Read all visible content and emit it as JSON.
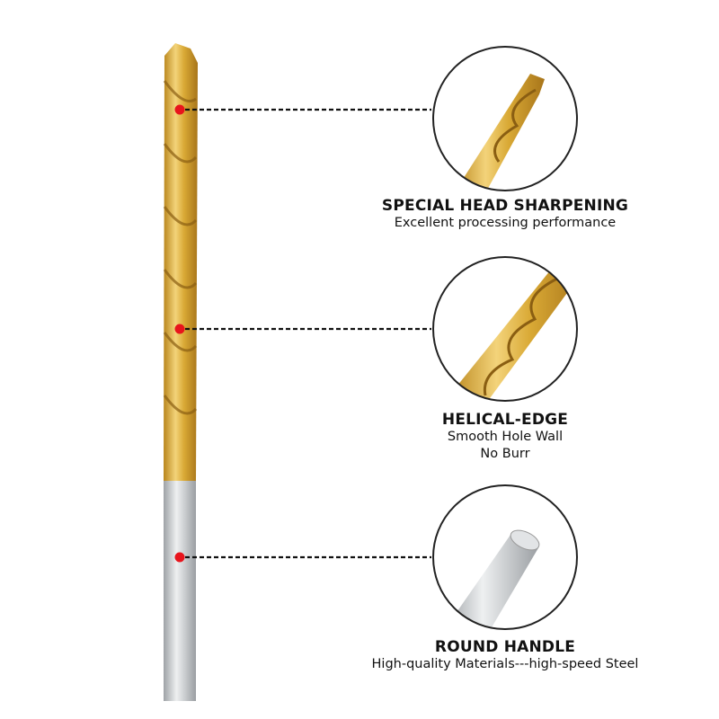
{
  "colors": {
    "gold": "#d9a935",
    "silver": "#c9cccf",
    "marker": "#e8141c",
    "line": "#111111"
  },
  "features": [
    {
      "title": "SPECIAL HEAD SHARPENING",
      "lines": [
        "Excellent processing performance"
      ],
      "icon": "drill-tip-closeup"
    },
    {
      "title": "HELICAL-EDGE",
      "lines": [
        "Smooth Hole Wall",
        "No Burr"
      ],
      "icon": "helical-flute-closeup"
    },
    {
      "title": "ROUND HANDLE",
      "lines": [
        "High-quality Materials---high-speed Steel"
      ],
      "icon": "round-shank-closeup"
    }
  ]
}
